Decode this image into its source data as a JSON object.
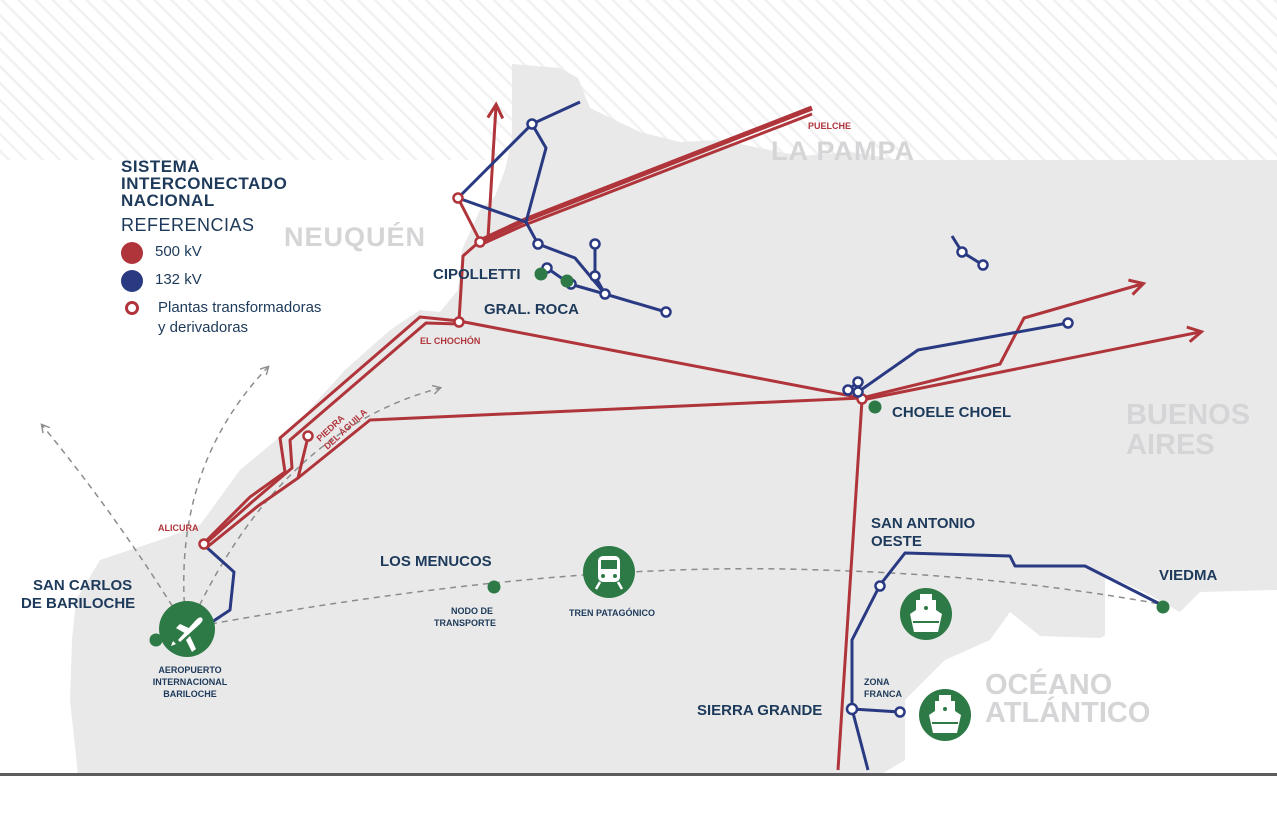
{
  "legend": {
    "title_lines": [
      "SISTEMA",
      "INTERCONECTADO",
      "NACIONAL"
    ],
    "subtitle": "REFERENCIAS",
    "items": [
      {
        "label": "500 kV",
        "color": "#b0353b"
      },
      {
        "label": "132 kV",
        "color": "#2a3a82"
      },
      {
        "label": "Plantas transformadoras\ny derivadoras",
        "color": "#b0353b"
      }
    ]
  },
  "regions": {
    "neuquen": "NEUQUÉN",
    "la_pampa": "LA PAMPA",
    "buenos_aires": [
      "BUENOS",
      "AIRES"
    ],
    "oceano": [
      "OCÉANO",
      "ATLÁNTICO"
    ]
  },
  "places": {
    "cipolletti": "CIPOLLETTI",
    "gral_roca": "GRAL. ROCA",
    "choele_choel": "CHOELE CHOEL",
    "san_antonio_oeste": [
      "SAN ANTONIO",
      "OESTE"
    ],
    "viedma": "VIEDMA",
    "sierra_grande": "SIERRA GRANDE",
    "los_menucos": "LOS MENUCOS",
    "bariloche": [
      "SAN CARLOS",
      "DE BARILOCHE"
    ],
    "aeropuerto": [
      "AEROPUERTO",
      "INTERNACIONAL",
      "BARILOCHE"
    ],
    "nodo": [
      "NODO DE",
      "TRANSPORTE"
    ],
    "tren": "TREN PATAGÓNICO",
    "zona_franca": [
      "ZONA",
      "FRANCA"
    ]
  },
  "stations": {
    "puelche": "PUELCHE",
    "el_chochon": "EL CHOCHÓN",
    "piedra_del_aguila": [
      "PIEDRA",
      "DEL ÁGUILA"
    ],
    "alicura": "ALICURA"
  },
  "colors": {
    "line_500kv": "#b0353b",
    "line_132kv": "#2a3a82",
    "land": "#e9e9ea",
    "region_label": "#d5d5d7",
    "place_label": "#1d3a5a",
    "node": "#2e7a46"
  },
  "icons": [
    "airplane-icon",
    "train-icon",
    "ship-icon",
    "ship-icon"
  ]
}
